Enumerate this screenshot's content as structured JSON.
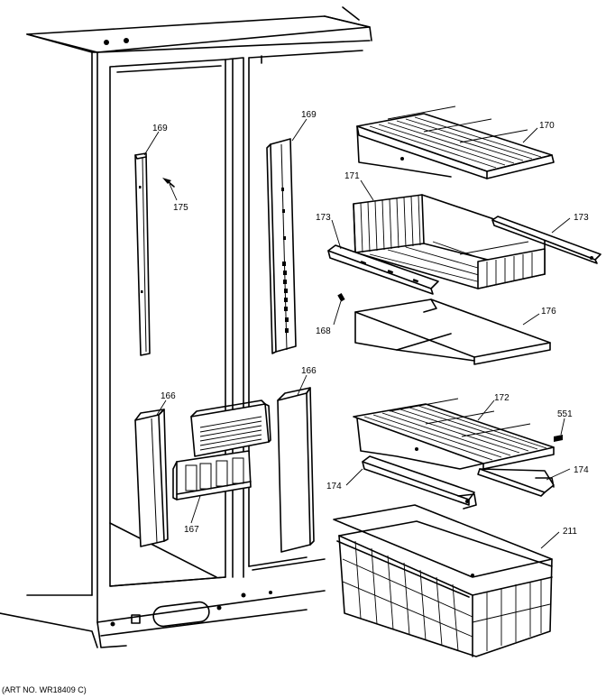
{
  "parts": {
    "p169a": "169",
    "p169b": "169",
    "p175": "175",
    "p170": "170",
    "p171": "171",
    "p173a": "173",
    "p173b": "173",
    "p168": "168",
    "p176": "176",
    "p166a": "166",
    "p166b": "166",
    "p167": "167",
    "p172": "172",
    "p551": "551",
    "p174a": "174",
    "p174b": "174",
    "p211": "211"
  },
  "art_number": "(ART NO. WR18409 C)"
}
